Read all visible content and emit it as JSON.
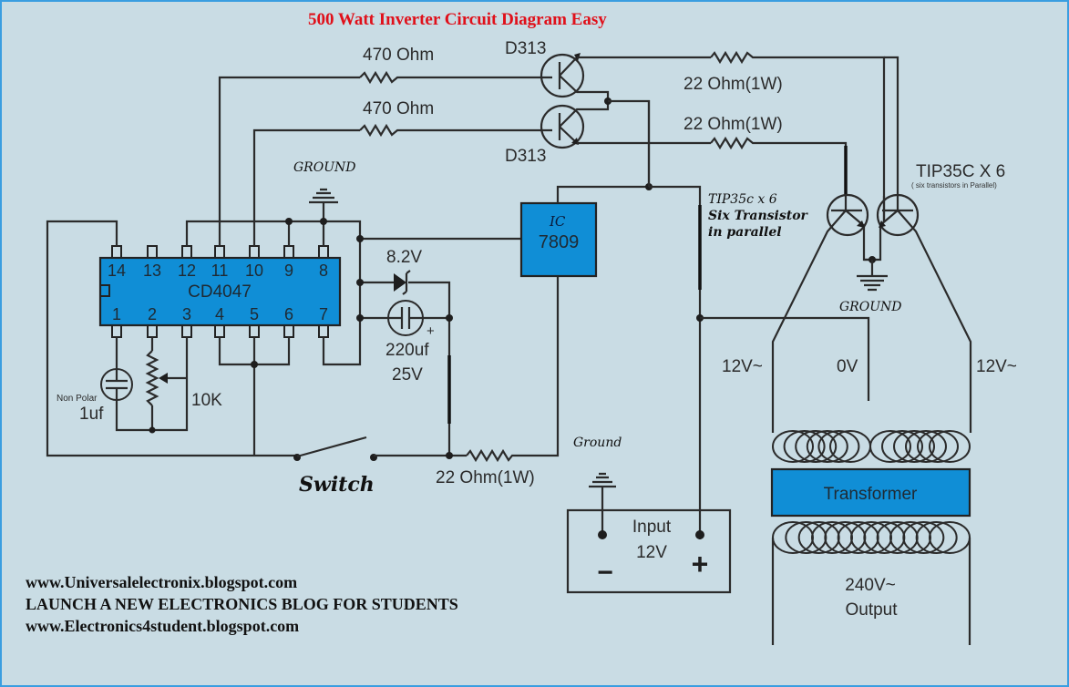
{
  "title": "500 Watt Inverter Circuit Diagram Easy",
  "colors": {
    "background": "#c9dce4",
    "border": "#3a9ee0",
    "title": "#e0101a",
    "component_fill": "#108ed6",
    "wire": "#2b2b2b"
  },
  "ic_cd4047": {
    "label": "CD4047",
    "top_pins": [
      "14",
      "13",
      "12",
      "11",
      "10",
      "9",
      "8"
    ],
    "bottom_pins": [
      "1",
      "2",
      "3",
      "4",
      "5",
      "6",
      "7"
    ]
  },
  "regulator": {
    "prefix": "IC",
    "label": "7809"
  },
  "labels": {
    "r_base_top": "470 Ohm",
    "r_base_bottom": "470 Ohm",
    "q_driver_top": "D313",
    "q_driver_bottom": "D313",
    "r_emitter_top": "22 Ohm(1W)",
    "r_emitter_bottom": "22 Ohm(1W)",
    "ground_top": "GROUND",
    "zener": "8.2V",
    "cap_value": "220uf",
    "cap_voltage": "25V",
    "timing_cap_type": "Non Polar",
    "timing_cap_value": "1uf",
    "pot": "10K",
    "switch": "Switch",
    "r_supply": "22 Ohm(1W)",
    "ground_input": "Ground",
    "input_title": "Input",
    "input_voltage": "12V",
    "input_minus": "−",
    "input_plus": "+",
    "power_transistors": "TIP35C X 6",
    "power_transistors_note": "( six transistors in Parallel)",
    "power_note_1": "TIP35c x 6",
    "power_note_2": "Six Transistor",
    "power_note_3": "in parallel",
    "ground_right": "GROUND",
    "tap_left": "12V~",
    "tap_center": "0V",
    "tap_right": "12V~",
    "transformer": "Transformer",
    "output_voltage": "240V~",
    "output_label": "Output",
    "cap_plus": "+"
  },
  "footer": [
    "www.Universalelectronix.blogspot.com",
    "LAUNCH A NEW ELECTRONICS BLOG FOR STUDENTS",
    "www.Electronics4student.blogspot.com"
  ]
}
